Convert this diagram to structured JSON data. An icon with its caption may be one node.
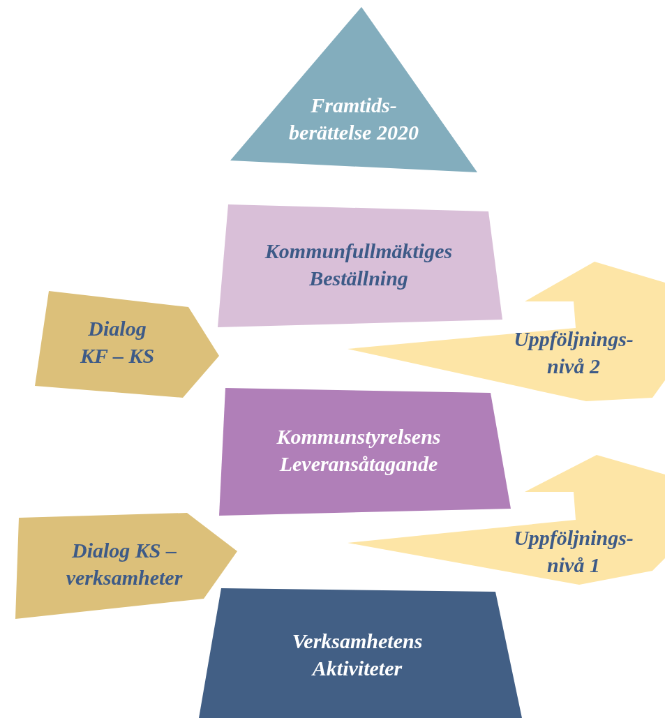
{
  "diagram": {
    "nodes": [
      {
        "text": [
          "Framtids- berättelse 2020"
        ]
      },
      {
        "text": [
          "Kommunfullmäktiges Beställning"
        ]
      },
      {
        "text": [
          "Dialog KF – KS"
        ]
      },
      {
        "text": [
          "Uppföljnings- nivå 2"
        ]
      },
      {
        "text": [
          "Kommunstyrelsens Leveransåtagande"
        ]
      },
      {
        "text": [
          "Dialog KS – verksamheter"
        ]
      },
      {
        "text": [
          "Uppföljnings- nivå 1"
        ]
      },
      {
        "text": [
          "Verksamhetens Aktiviteter"
        ]
      }
    ]
  }
}
